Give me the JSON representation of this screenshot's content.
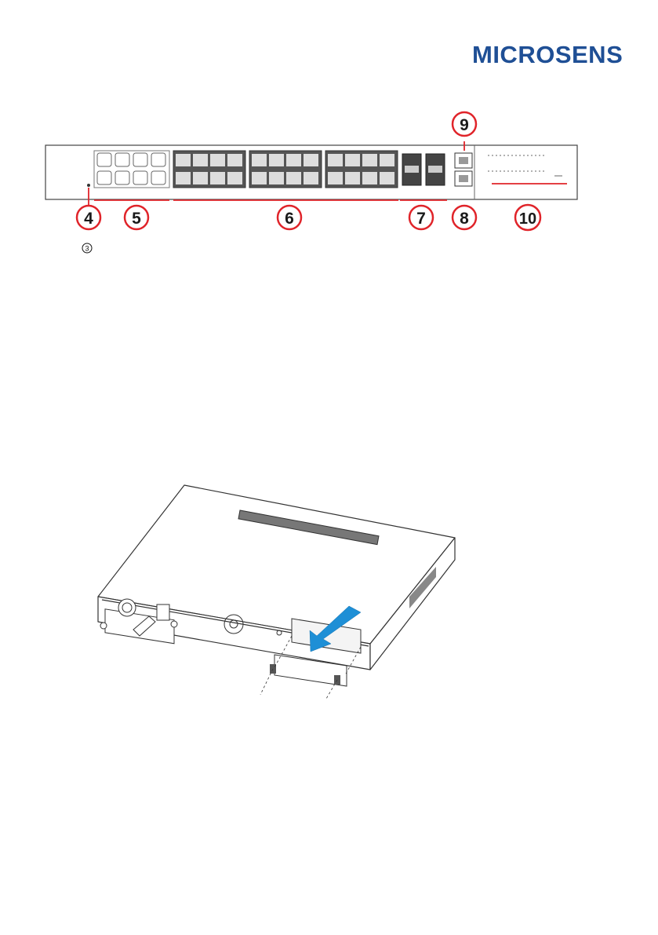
{
  "header": {
    "brand": "MICROSENS"
  },
  "front_panel": {
    "callouts": [
      "4",
      "5",
      "6",
      "7",
      "8",
      "9",
      "10"
    ],
    "small_callout": "3"
  },
  "colors": {
    "brand": "#1f4f95",
    "callout": "#e0242a",
    "arrow": "#1e8fd6"
  }
}
